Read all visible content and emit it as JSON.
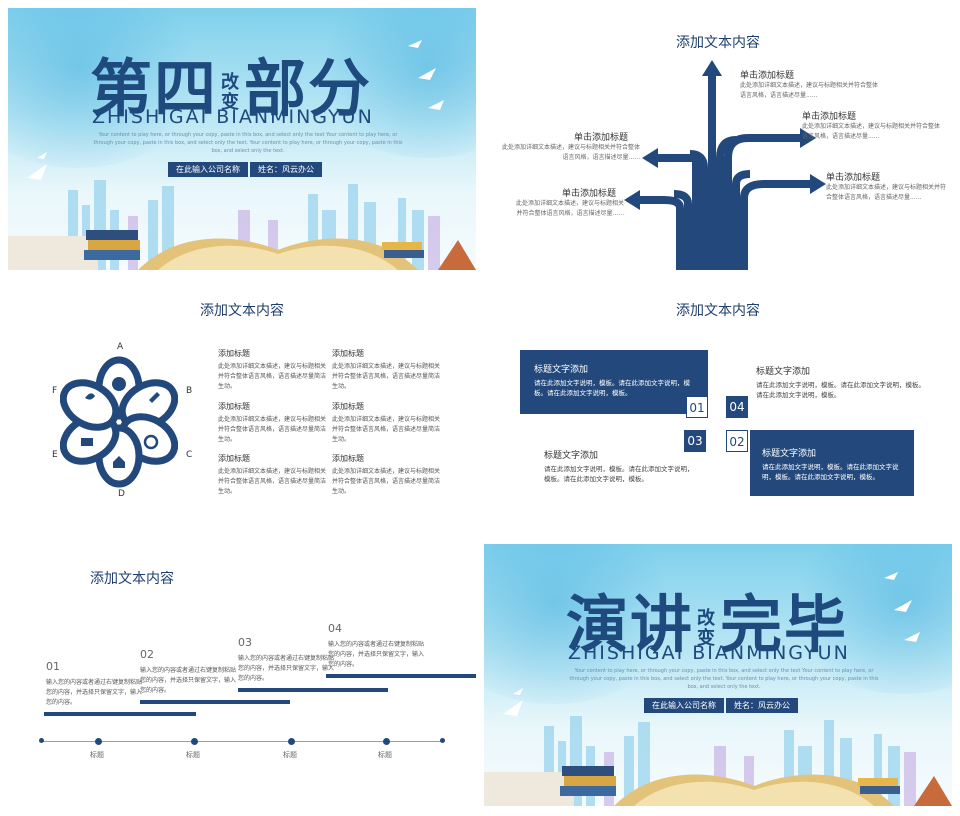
{
  "cover1": {
    "title_a": "第四",
    "title_small": [
      "改",
      "变"
    ],
    "title_b": "部分",
    "pinyin": "ZHISHIGAI BIANMINGYUN",
    "small_text": "Your content to play here, or through your copy, paste in this box, and select only the text Your content to play here, or through your copy, paste in this box, and select only the text. Your content to play here, or through your copy, paste in this box, and select only the text.",
    "company_pill": "在此输入公司名称",
    "name_pill": "姓名：风云办公"
  },
  "arrows_slide": {
    "title": "添加文本内容",
    "items": [
      {
        "label": "单击添加标题",
        "desc": "此处添加详细文本描述，建议与标题相关并符合整体语言风格，语言描述尽量......"
      },
      {
        "label": "单击添加标题",
        "desc": "此处添加详细文本描述，建议与标题相关并符合整体语言风格，语言描述尽量......"
      },
      {
        "label": "单击添加标题",
        "desc": "此处添加详细文本描述，建议与标题相关并符合整体语言风格，语言描述尽量......"
      },
      {
        "label": "单击添加标题",
        "desc": "此处添加详细文本描述，建议与标题相关并符合整体语言风格，语言描述尽量......"
      },
      {
        "label": "单击添加标题",
        "desc": "此处添加详细文本描述，建议与标题相关并符合整体语言风格，语言描述尽量......"
      }
    ]
  },
  "flower_slide": {
    "title": "添加文本内容",
    "letters": [
      "A",
      "B",
      "C",
      "D",
      "E",
      "F"
    ],
    "items": [
      {
        "title": "添加标题",
        "desc": "此处添加详细文本描述，建议与标题相关并符合整体语言风格，语言描述尽量简洁生动。"
      },
      {
        "title": "添加标题",
        "desc": "此处添加详细文本描述，建议与标题相关并符合整体语言风格，语言描述尽量简洁生动。"
      },
      {
        "title": "添加标题",
        "desc": "此处添加详细文本描述，建议与标题相关并符合整体语言风格，语言描述尽量简洁生动。"
      },
      {
        "title": "添加标题",
        "desc": "此处添加详细文本描述，建议与标题相关并符合整体语言风格，语言描述尽量简洁生动。"
      },
      {
        "title": "添加标题",
        "desc": "此处添加详细文本描述，建议与标题相关并符合整体语言风格，语言描述尽量简洁生动。"
      },
      {
        "title": "添加标题",
        "desc": "此处添加详细文本描述，建议与标题相关并符合整体语言风格，语言描述尽量简洁生动。"
      }
    ]
  },
  "blocks_slide": {
    "title": "添加文本内容",
    "items": [
      {
        "num": "01",
        "title": "标题文字添加",
        "desc": "请在此添加文字说明，模板。请在此添加文字说明，模板。请在此添加文字说明，模板。"
      },
      {
        "num": "02",
        "title": "标题文字添加",
        "desc": "请在此添加文字说明，模板。请在此添加文字说明，模板。请在此添加文字说明，模板。"
      },
      {
        "num": "03",
        "title": "标题文字添加",
        "desc": "请在此添加文字说明，模板。请在此添加文字说明，模板。请在此添加文字说明，模板。"
      },
      {
        "num": "04",
        "title": "标题文字添加",
        "desc": "请在此添加文字说明，模板。请在此添加文字说明，模板。请在此添加文字说明，模板。"
      }
    ]
  },
  "steps_slide": {
    "title": "添加文本内容",
    "steps": [
      {
        "num": "01",
        "desc": "输入您的内容或者通过右键复制粘贴您的内容，并选择只保留文字，输入您的内容。"
      },
      {
        "num": "02",
        "desc": "输入您的内容或者通过右键复制粘贴您的内容，并选择只保留文字，输入您的内容。"
      },
      {
        "num": "03",
        "desc": "输入您的内容或者通过右键复制粘贴您的内容，并选择只保留文字，输入您的内容。"
      },
      {
        "num": "04",
        "desc": "输入您的内容或者通过右键复制粘贴您的内容，并选择只保留文字，输入您的内容。"
      }
    ],
    "timeline_labels": [
      "标题",
      "标题",
      "标题",
      "标题"
    ]
  },
  "cover2": {
    "title_a": "演讲",
    "title_small": [
      "改",
      "变"
    ],
    "title_b": "完毕",
    "pinyin": "ZHISHIGAI BIANMINGYUN",
    "small_text": "Your content to play here, or through your copy, paste in this box, and select only the text Your content to play here, or through your copy, paste in this box, and select only the text. Your content to play here, or through your copy, paste in this box, and select only the text.",
    "company_pill": "在此输入公司名称",
    "name_pill": "姓名：风云办公"
  },
  "colors": {
    "navy": "#23497c",
    "sky": "#7fd0ec"
  }
}
